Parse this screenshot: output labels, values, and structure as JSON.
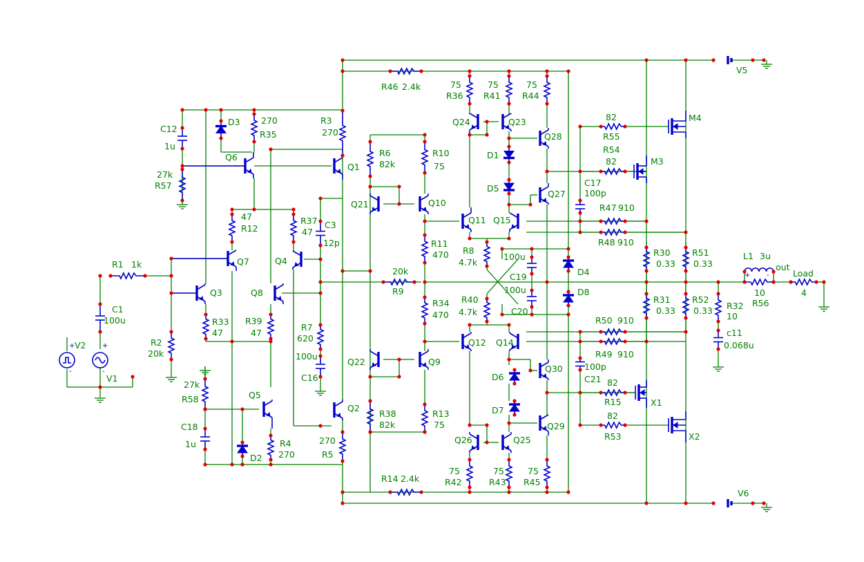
{
  "labels": {
    "R1_name": "R1",
    "R1_val": "1k",
    "R2_name": "R2",
    "R2_val": "20k",
    "R3_name": "R3",
    "R3_val": "270",
    "R4_name": "R4",
    "R4_val": "270",
    "R5_name": "R5",
    "R5_val": "270",
    "R6_name": "R6",
    "R6_val": "82k",
    "R7_name": "R7",
    "R7_val": "620",
    "R8_name": "R8",
    "R8_val": "4.7k",
    "R9_name": "R9",
    "R9_val": "20k",
    "R10_name": "R10",
    "R10_val": "75",
    "R11_name": "R11",
    "R11_val": "470",
    "R12_name": "R12",
    "R12_val": "47",
    "R13_name": "R13",
    "R13_val": "75",
    "R14_name": "R14",
    "R14_val": "2.4k",
    "R15_name": "R15",
    "R15_val": "82",
    "R30_name": "R30",
    "R30_val": "0.33",
    "R31_name": "R31",
    "R31_val": "0.33",
    "R32_name": "R32",
    "R32_val": "10",
    "R33_name": "R33",
    "R33_val": "47",
    "R34_name": "R34",
    "R34_val": "470",
    "R35_name": "R35",
    "R35_val": "270",
    "R36_name": "R36",
    "R36_val": "75",
    "R37_name": "R37",
    "R37_val": "47",
    "R38_name": "R38",
    "R38_val": "82k",
    "R39_name": "R39",
    "R39_val": "47",
    "R40_name": "R40",
    "R40_val": "4.7k",
    "R41_name": "R41",
    "R41_val": "75",
    "R42_name": "R42",
    "R42_val": "75",
    "R43_name": "R43",
    "R43_val": "75",
    "R44_name": "R44",
    "R44_val": "75",
    "R45_name": "R45",
    "R45_val": "75",
    "R46_name": "R46",
    "R46_val": "2.4k",
    "R47_name": "R47",
    "R47_val": "910",
    "R48_name": "R48",
    "R48_val": "910",
    "R49_name": "R49",
    "R49_val": "910",
    "R50_name": "R50",
    "R50_val": "910",
    "R51_name": "R51",
    "R51_val": "0.33",
    "R52_name": "R52",
    "R52_val": "0.33",
    "R53_name": "R53",
    "R53_val": "82",
    "R54_name": "R54",
    "R54_val": "82",
    "R55_name": "R55",
    "R55_val": "82",
    "R56_name": "R56",
    "R56_val": "10",
    "R57_name": "R57",
    "R57_val": "27k",
    "R58_name": "R58",
    "R58_val": "27k",
    "C1_name": "C1",
    "C1_val": "100u",
    "C3_name": "C3",
    "C3_val": "12p",
    "C11_name": "c11",
    "C11_val": "0.068u",
    "C12_name": "C12",
    "C12_val": "1u",
    "C16_name": "C16",
    "C16_val": "100u",
    "C17_name": "C17",
    "C17_val": "100p",
    "C18_name": "C18",
    "C18_val": "1u",
    "C19_name": "C19",
    "C19_val": "100u",
    "C20_name": "C20",
    "C20_val": "100u",
    "C21_name": "C21",
    "C21_val": "100p",
    "L1_name": "L1",
    "L1_val": "3u",
    "D1": "D1",
    "D2": "D2",
    "D3": "D3",
    "D4": "D4",
    "D5": "D5",
    "D6": "D6",
    "D7": "D7",
    "D8": "D8",
    "Q1": "Q1",
    "Q2": "Q2",
    "Q3": "Q3",
    "Q4": "Q4",
    "Q5": "Q5",
    "Q6": "Q6",
    "Q7": "Q7",
    "Q8": "Q8",
    "Q9": "Q9",
    "Q10": "Q10",
    "Q11": "Q11",
    "Q12": "Q12",
    "Q14": "Q14",
    "Q15": "Q15",
    "Q21": "Q21",
    "Q22": "Q22",
    "Q23": "Q23",
    "Q24": "Q24",
    "Q25": "Q25",
    "Q26": "Q26",
    "Q27": "Q27",
    "Q28": "Q28",
    "Q29": "Q29",
    "Q30": "Q30",
    "M3": "M3",
    "M4": "M4",
    "X1": "X1",
    "X2": "X2",
    "V1": "V1",
    "V2": "V2",
    "V5": "V5",
    "V6": "V6",
    "out": "out",
    "Load_name": "Load",
    "Load_val": "4",
    "plus": "+",
    "minus": "-"
  }
}
